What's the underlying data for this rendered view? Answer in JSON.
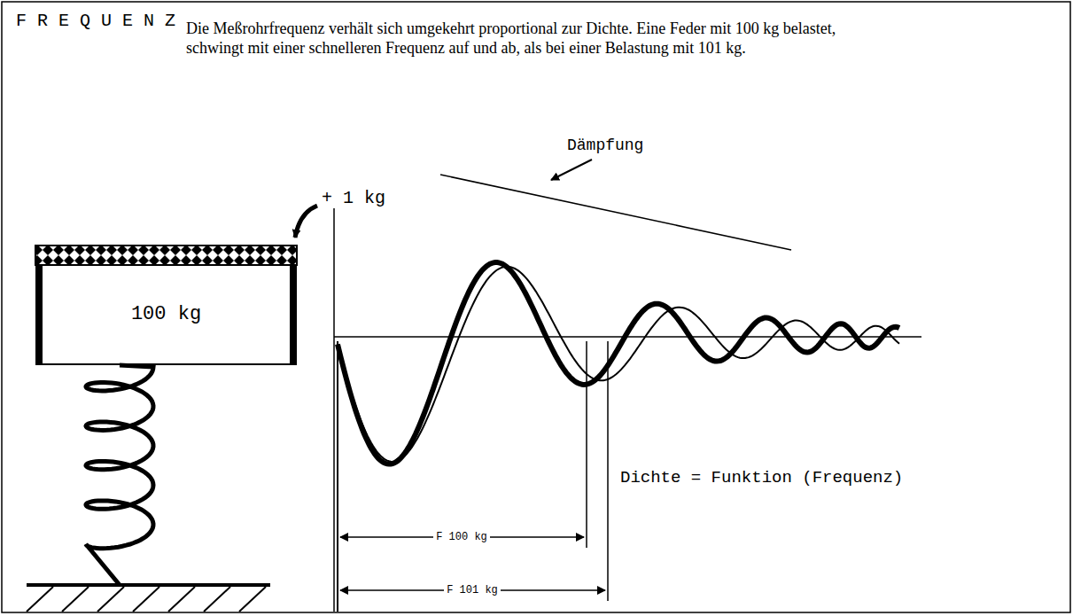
{
  "diagram": {
    "title": "F R E Q U E N Z",
    "nodes": [
      {
        "text": [
          "100 kg"
        ]
      }
    ],
    "labels": [
      "Die Meßrohrfrequenz verhält sich umgekehrt proportional zur Dichte. Eine Feder mit 100 kg belastet, schwingt mit einer schnelleren Frequenz auf und ab, als bei einer Belastung mit 101 kg.",
      "+ 1 kg",
      "Dämpfung",
      "F 100 kg",
      "F 101 kg",
      "Dichte = Funktion (Frequenz)"
    ]
  }
}
